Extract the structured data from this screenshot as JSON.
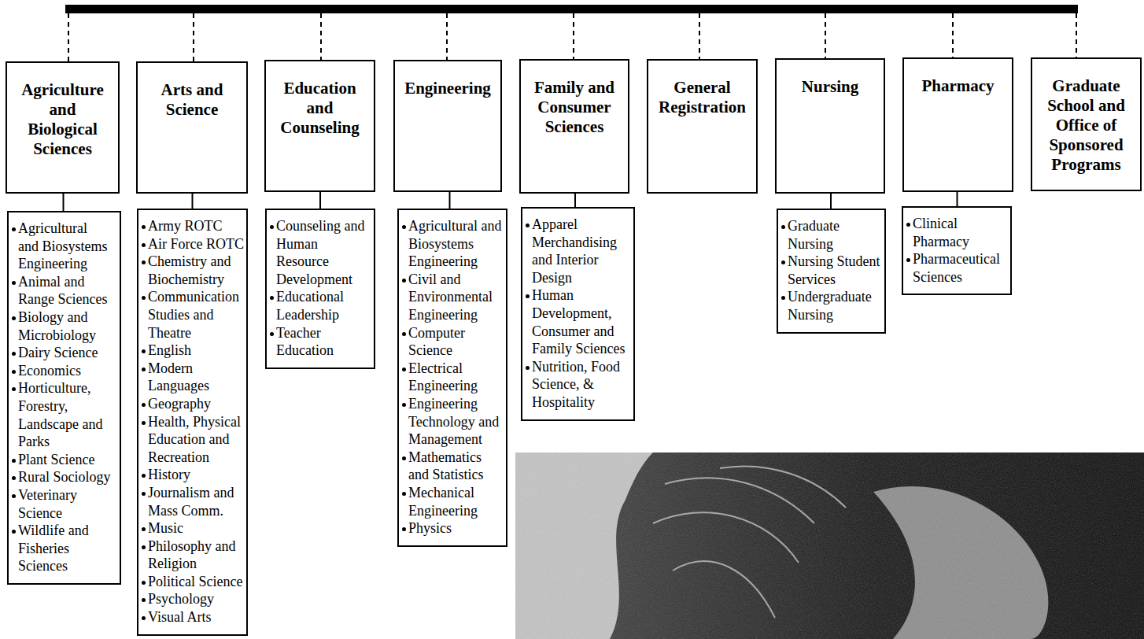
{
  "diagram": {
    "nodes": [
      {
        "text": [
          "Agriculture and Biological Sciences"
        ]
      },
      {
        "text": [
          "Arts and Science"
        ]
      },
      {
        "text": [
          "Education and Counseling"
        ]
      },
      {
        "text": [
          "Engineering"
        ]
      },
      {
        "text": [
          "Family and Consumer Sciences"
        ]
      },
      {
        "text": [
          "General Registration"
        ]
      },
      {
        "text": [
          "Nursing"
        ]
      },
      {
        "text": [
          "Pharmacy"
        ]
      },
      {
        "text": [
          "Graduate School and Office of Sponsored Programs"
        ]
      },
      {
        "text": [
          "Agricultural and Biosystems Engineering",
          "Animal and Range Sciences",
          "Biology and Microbiology",
          "Dairy Science",
          "Economics",
          "Horticulture, Forestry, Landscape and Parks",
          "Plant Science",
          "Rural Sociology",
          "Veterinary Science",
          "Wildlife and Fisheries Sciences"
        ]
      },
      {
        "text": [
          "Army ROTC",
          "Air Force ROTC",
          "Chemistry and Biochemistry",
          "Communication Studies and Theatre",
          "English",
          "Modern Languages",
          "Geography",
          "Health, Physical Education and Recreation",
          "History",
          "Journalism and Mass Comm.",
          "Music",
          "Philosophy and Religion",
          "Political Science",
          "Psychology",
          "Visual Arts"
        ]
      },
      {
        "text": [
          "Counseling and Human Resource Development",
          "Educational Leadership",
          "Teacher Education"
        ]
      },
      {
        "text": [
          "Agricultural and Biosystems Engineering",
          "Civil and Environmental Engineering",
          "Computer Science",
          "Electrical Engineering",
          "Engineering Technology and Management",
          "Mathematics and Statistics",
          "Mechanical Engineering",
          "Physics"
        ]
      },
      {
        "text": [
          "Apparel Merchandising and Interior Design",
          "Human Development, Consumer and Family Sciences",
          "Nutrition, Food Science, & Hospitality"
        ]
      },
      {
        "text": [
          "Graduate Nursing",
          "Nursing Student Services",
          "Undergraduate Nursing"
        ]
      },
      {
        "text": [
          "Clinical Pharmacy",
          "Pharmaceutical Sciences"
        ]
      }
    ],
    "edges": [
      {
        "from": 0,
        "to": 9,
        "arrow": "none"
      },
      {
        "from": 1,
        "to": 10,
        "arrow": "none"
      },
      {
        "from": 2,
        "to": 11,
        "arrow": "none"
      },
      {
        "from": 3,
        "to": 12,
        "arrow": "none"
      },
      {
        "from": 4,
        "to": 13,
        "arrow": "none"
      },
      {
        "from": 6,
        "to": 14,
        "arrow": "none"
      },
      {
        "from": 7,
        "to": 15,
        "arrow": "none"
      }
    ]
  }
}
